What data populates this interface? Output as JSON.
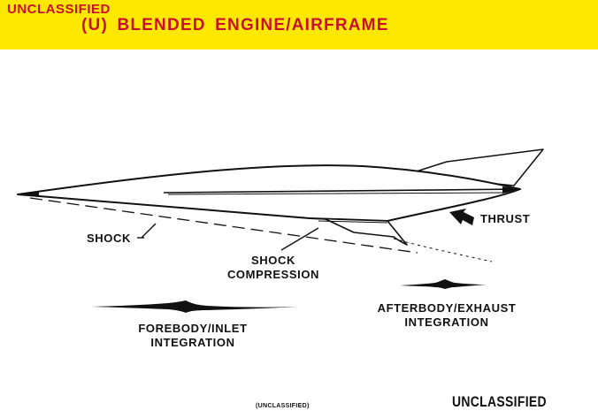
{
  "header": {
    "classification": "UNCLASSIFIED",
    "title": "(U) BLENDED ENGINE/AIRFRAME"
  },
  "labels": {
    "thrust": "THRUST",
    "shock": "SHOCK",
    "shock_compression_1": "SHOCK",
    "shock_compression_2": "COMPRESSION",
    "forebody_1": "FOREBODY/INLET",
    "forebody_2": "INTEGRATION",
    "afterbody_1": "AFTERBODY/EXHAUST",
    "afterbody_2": "INTEGRATION"
  },
  "footer": {
    "small_marking": "(UNCLASSIFIED)",
    "classification": "UNCLASSIFIED"
  },
  "colors": {
    "header_background": "#ffe800",
    "header_text": "#c8102e",
    "ink": "#111111"
  }
}
